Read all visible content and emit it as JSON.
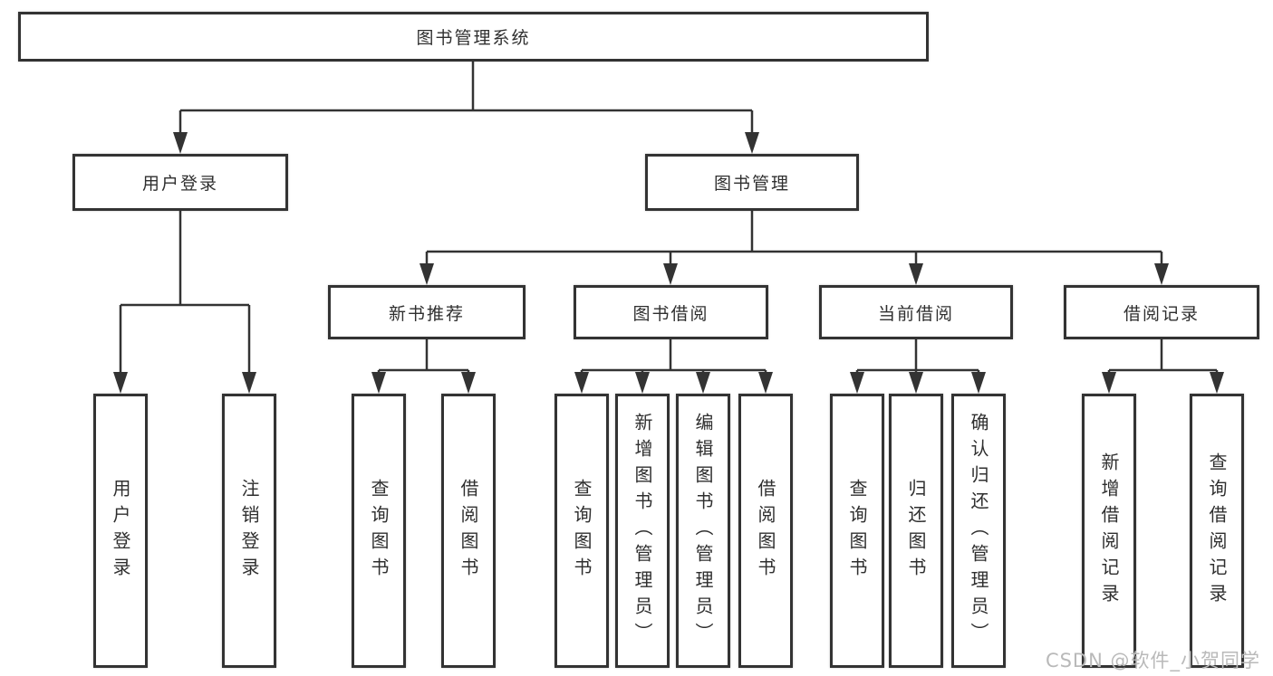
{
  "diagram": {
    "title": "图书管理系统",
    "root": {
      "label": "图书管理系统",
      "children": [
        {
          "label": "用户登录",
          "children": [
            {
              "label": "用户登录"
            },
            {
              "label": "注销登录"
            }
          ]
        },
        {
          "label": "图书管理",
          "children": [
            {
              "label": "新书推荐",
              "children": [
                {
                  "label": "查询图书"
                },
                {
                  "label": "借阅图书"
                }
              ]
            },
            {
              "label": "图书借阅",
              "children": [
                {
                  "label": "查询图书"
                },
                {
                  "label": "新增图书（管理员）"
                },
                {
                  "label": "编辑图书（管理员）"
                },
                {
                  "label": "借阅图书"
                }
              ]
            },
            {
              "label": "当前借阅",
              "children": [
                {
                  "label": "查询图书"
                },
                {
                  "label": "归还图书"
                },
                {
                  "label": "确认归还（管理员）"
                }
              ]
            },
            {
              "label": "借阅记录",
              "children": [
                {
                  "label": "新增借阅记录"
                },
                {
                  "label": "查询借阅记录"
                }
              ]
            }
          ]
        }
      ]
    }
  },
  "watermark": {
    "text": "CSDN @软件_小贺同学"
  },
  "colors": {
    "line": "#333333",
    "background": "#ffffff",
    "node_text": "#2f2f2f",
    "watermark": "#b9b9b9"
  }
}
